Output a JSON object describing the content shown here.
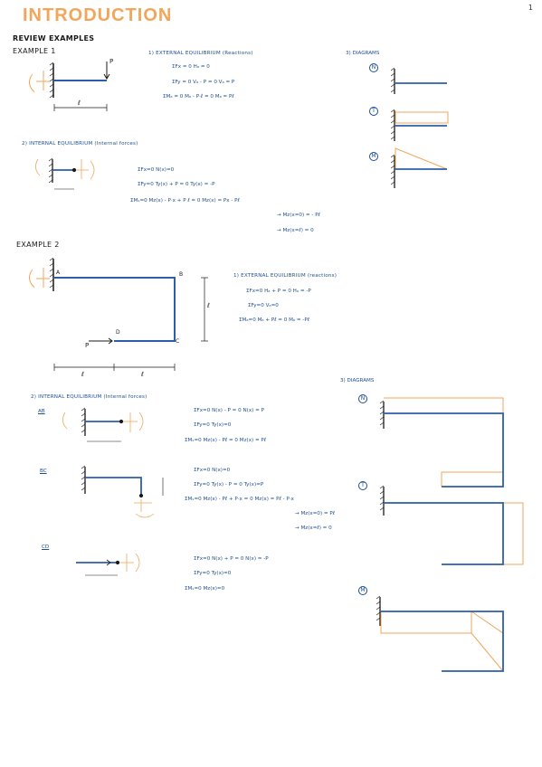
{
  "page": {
    "title": "INTRODUCTION",
    "page_number": "1",
    "review_heading": "REVIEW EXAMPLES"
  },
  "ex1": {
    "label": "EXAMPLE 1",
    "load_label": "P",
    "length_label": "ℓ",
    "sec1_title": "1) EXTERNAL EQUILIBRIUM (Reactions)",
    "sec1_eqs": [
      "ΣFx = 0      Hₐ = 0",
      "ΣFy = 0      Vₐ - P = 0      Vₐ = P",
      "ΣMₐ = 0      Mₐ - P·ℓ = 0      Mₐ = Pℓ"
    ],
    "diagrams_title": "3) DIAGRAMS",
    "diag_labels": [
      "N",
      "T",
      "M"
    ],
    "sec2_title": "2) INTERNAL EQUILIBRIUM (Internal forces)",
    "sec2_eqs": [
      "ΣFx=0     N(x)=0",
      "ΣFy=0     Ty(x) + P = 0      Ty(x) = -P",
      "ΣMₛ=0     Mz(x) - P·x + P ℓ = 0      Mz(x) = Px - Pℓ"
    ],
    "sec2_results": [
      "→ Mz(x=0) = - Pℓ",
      "→ Mz(x=ℓ) = 0"
    ]
  },
  "ex2": {
    "label": "EXAMPLE 2",
    "points": [
      "A",
      "B",
      "C",
      "D"
    ],
    "load_label": "P",
    "length_label": "ℓ",
    "sec1_title": "1) EXTERNAL EQUILIBRIUM (reactions)",
    "sec1_eqs": [
      "ΣFx=0      Hₐ + P = 0      Hₐ = -P",
      "ΣFy=0      Vₐ=0",
      "ΣMₐ=0      Mₐ + Pℓ = 0      Mₐ = -Pℓ"
    ],
    "diagrams_title": "3) DIAGRAMS",
    "diag_labels": [
      "N",
      "T",
      "M"
    ],
    "sec2_title": "2) INTERNAL EQUILIBRIUM (Internal forces)",
    "ab_label": "AB",
    "ab_eqs": [
      "ΣFx=0     N(x) - P = 0      N(x) = P",
      "ΣFy=0     Ty(x)=0",
      "ΣMₛ=0     Mz(x) - Pℓ = 0   Mz(x) = Pℓ"
    ],
    "bc_label": "BC",
    "bc_eqs": [
      "ΣFx=0     N(x)=0",
      "ΣFy=0     Ty(x) - P = 0      Ty(x)=P",
      "ΣMₛ=0     Mz(x) - Pℓ + P·x = 0      Mz(x) = Pℓ - P·x"
    ],
    "bc_results": [
      "→ Mz(x=0) = Pℓ",
      "→ Mz(x=ℓ) = 0"
    ],
    "cd_label": "CD",
    "cd_eqs": [
      "ΣFx=0     N(x) + P = 0      N(x) = -P",
      "ΣFy=0     Ty(x)=0",
      "ΣMₛ=0     Mz(x)=0"
    ]
  },
  "colors": {
    "orange": "#f2a65a",
    "blue": "#2c5fa8",
    "ink": "#1a1a1a"
  }
}
